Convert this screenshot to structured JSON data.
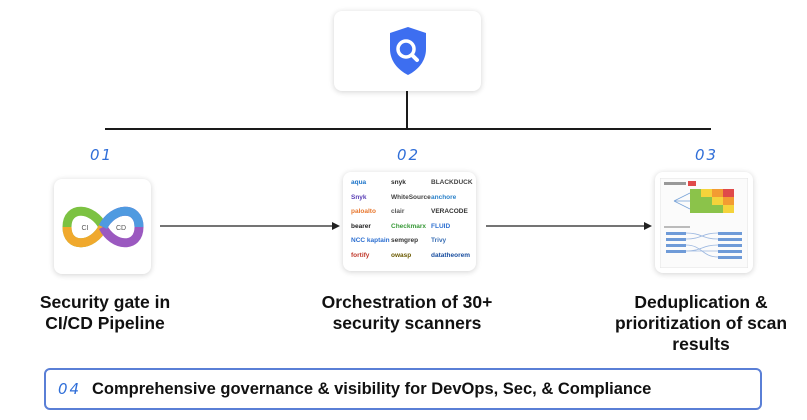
{
  "top_icon": {
    "name": "shield-search-icon",
    "color": "#3d6ef0"
  },
  "steps": [
    {
      "number": "01",
      "title_line1": "Security gate in",
      "title_line2": "CI/CD Pipeline",
      "icon": "ci-cd-loop-icon"
    },
    {
      "number": "02",
      "title_line1": "Orchestration of 30+",
      "title_line2": "security scanners",
      "icon": "scanner-logos-grid"
    },
    {
      "number": "03",
      "title_line1": "Deduplication &",
      "title_line2": "prioritization of scan",
      "title_line3": "results",
      "icon": "results-report-thumbnail"
    }
  ],
  "cicd": {
    "ci_label": "CI",
    "cd_label": "CD"
  },
  "scanners": [
    [
      "aqua",
      "snyk",
      "BLACKDUCK"
    ],
    [
      "Snyk",
      "WhiteSource",
      "anchore"
    ],
    [
      "paloalto",
      "clair",
      "VERACODE"
    ],
    [
      "bearer",
      "Checkmarx",
      "FLUID"
    ],
    [
      "NCC kaptain",
      "semgrep",
      "Trivy"
    ],
    [
      "fortify",
      "owasp",
      "datatheorem"
    ]
  ],
  "governance": {
    "number": "04",
    "text": "Comprehensive governance & visibility for DevOps, Sec, & Compliance"
  },
  "colors": {
    "accent": "#2f6ed8",
    "line": "#1a1a1a",
    "border": "#5a7fd6"
  }
}
